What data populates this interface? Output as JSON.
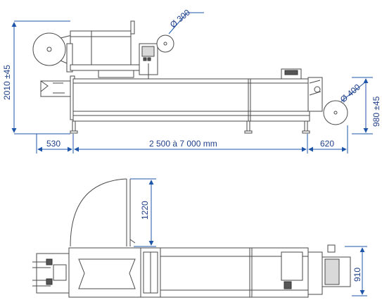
{
  "side_view": {
    "height_dim": "2010 ±45",
    "top_roll_dim": "Ø 300",
    "bottom_roll_dim": "Ø 400",
    "outfeed_height_dim": "980 ±45",
    "left_dim": "530",
    "length_dim": "2 500 à 7 000 mm",
    "right_dim": "620"
  },
  "top_view": {
    "hood_dim": "1220",
    "width_dim": "910"
  },
  "colors": {
    "machine_line": "#4a4a4a",
    "dimension_line": "#1f55a8",
    "dimension_text": "#1f3f8a"
  }
}
